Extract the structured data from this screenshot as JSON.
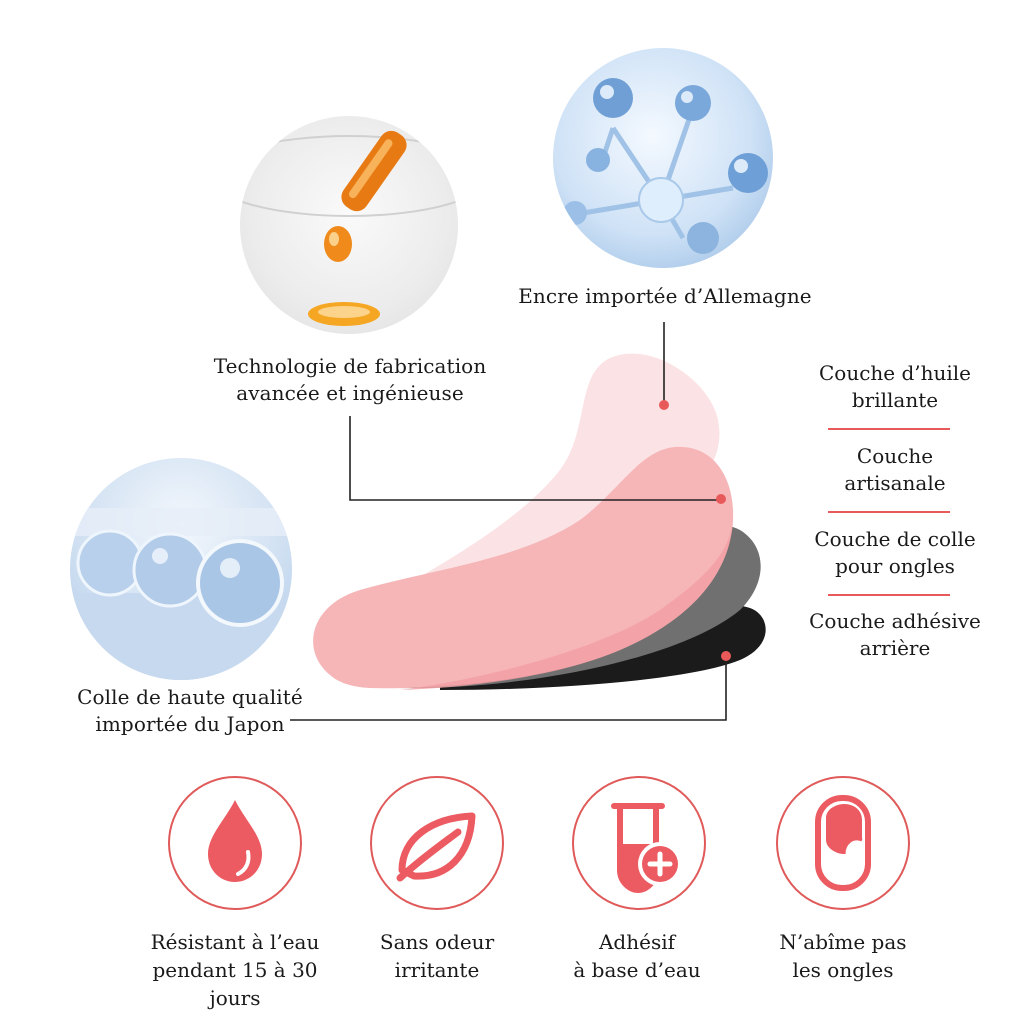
{
  "callouts": {
    "ink": "Encre importée d’Allemagne",
    "tech_line1": "Technologie de fabrication",
    "tech_line2": "avancée et ingénieuse",
    "glue_line1": "Colle de haute qualité",
    "glue_line2": "importée du Japon"
  },
  "layers": [
    {
      "line1": "Couche d’huile",
      "line2": "brillante"
    },
    {
      "line1": "Couche",
      "line2": "artisanale"
    },
    {
      "line1": "Couche de colle",
      "line2": "pour ongles"
    },
    {
      "line1": "Couche adhésive",
      "line2": "arrière"
    }
  ],
  "features": [
    {
      "icon": "water-drop-icon",
      "line1": "Résistant à l’eau",
      "line2": "pendant 15 à 30 jours"
    },
    {
      "icon": "leaf-icon",
      "line1": "Sans odeur",
      "line2": "irritante"
    },
    {
      "icon": "test-tube-plus-icon",
      "line1": "Adhésif",
      "line2": "à base d’eau"
    },
    {
      "icon": "nail-icon",
      "line1": "N’abîme pas",
      "line2": "les ongles"
    }
  ],
  "colors": {
    "accent": "#e85a5a",
    "pink_layer": "#f6b4b6",
    "light_layer": "#fbe3e4",
    "gray_layer": "#6e6e6e",
    "black_layer": "#1a1a1a"
  }
}
